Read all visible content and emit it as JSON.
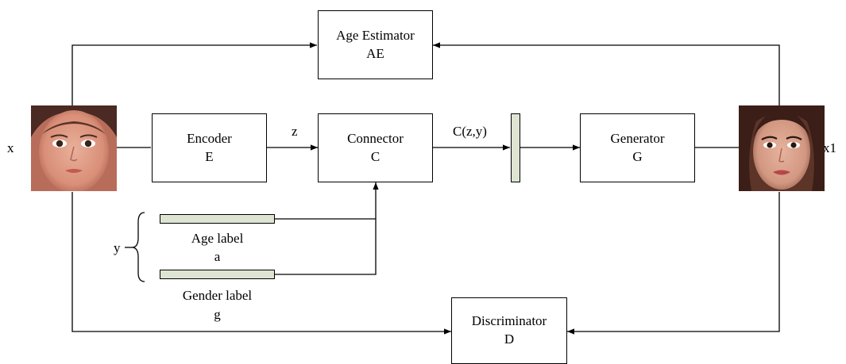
{
  "blocks": {
    "age_estimator": {
      "name": "Age Estimator",
      "symbol": "AE"
    },
    "encoder": {
      "name": "Encoder",
      "symbol": "E"
    },
    "connector": {
      "name": "Connector",
      "symbol": "C"
    },
    "generator": {
      "name": "Generator",
      "symbol": "G"
    },
    "discriminator": {
      "name": "Discriminator",
      "symbol": "D"
    }
  },
  "signals": {
    "input": "x",
    "output": "x1",
    "latent": "z",
    "combined": "C(z,y)",
    "condition": "y"
  },
  "labels": {
    "age": {
      "name": "Age label",
      "symbol": "a"
    },
    "gender": {
      "name": "Gender label",
      "symbol": "g"
    }
  },
  "icons": {
    "input_face": "child-face-photo",
    "output_face": "adult-face-photo"
  },
  "colors": {
    "label_bar_fill": "#dde5d2",
    "line": "#000000"
  }
}
